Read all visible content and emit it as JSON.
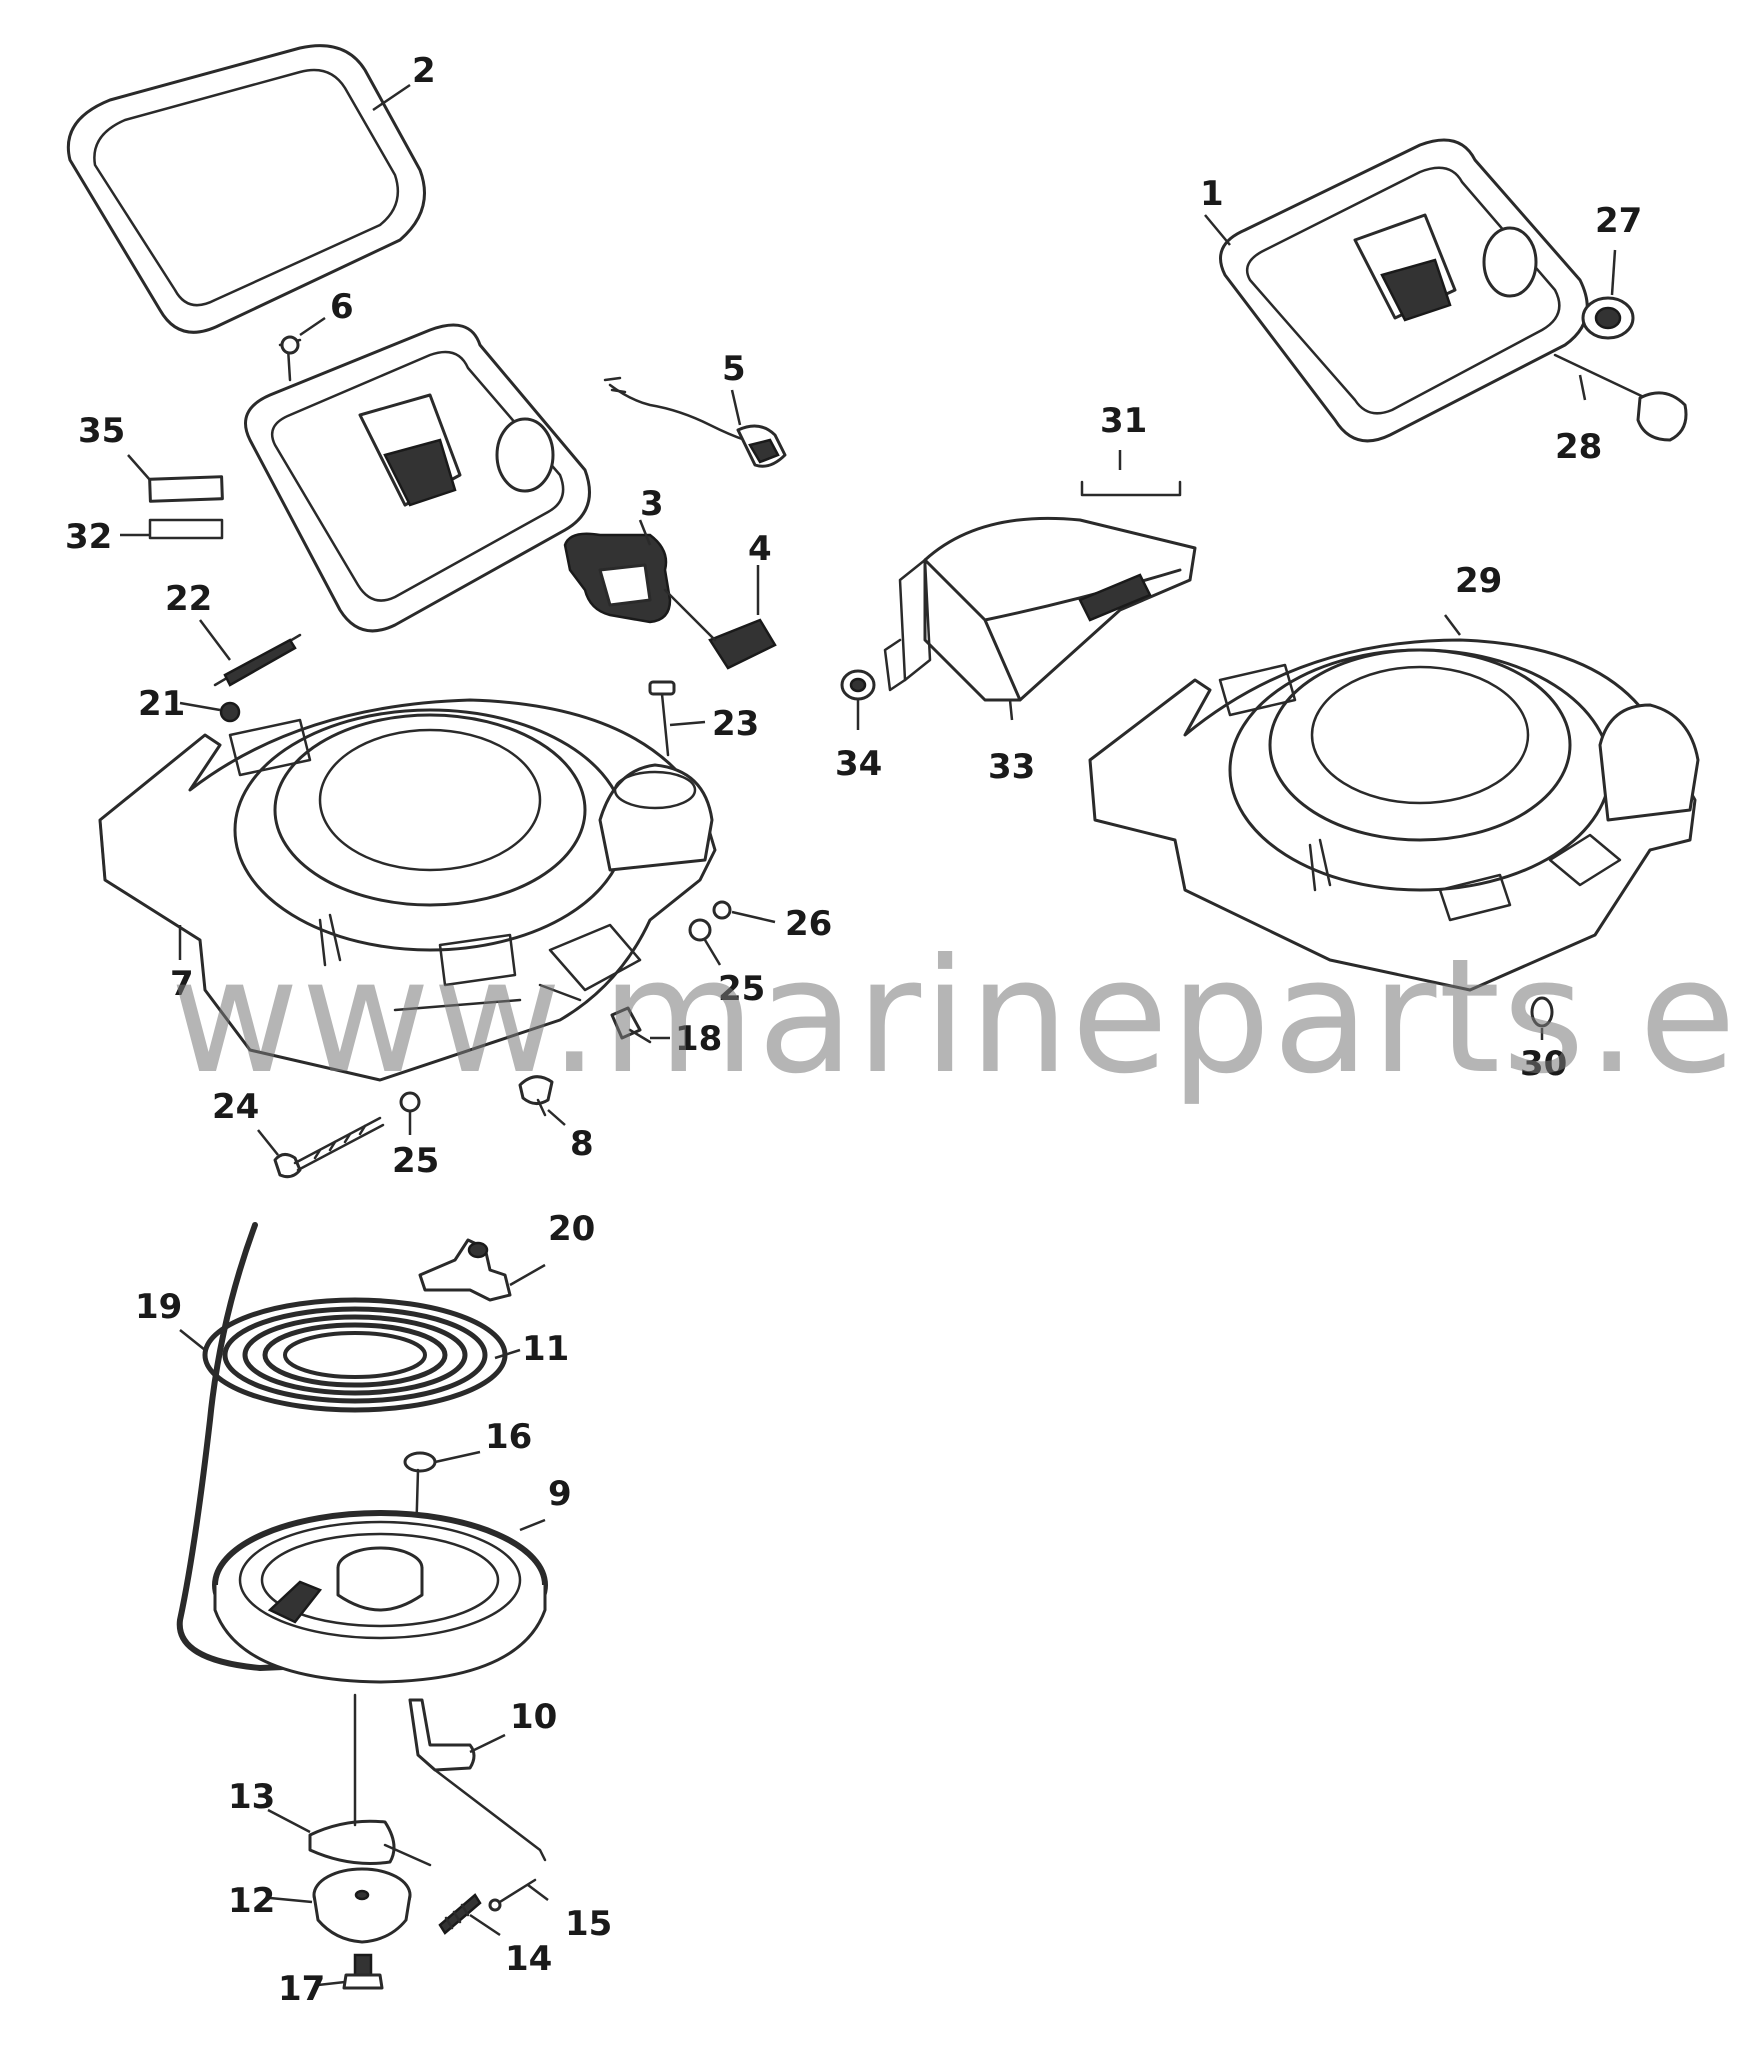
{
  "watermark": "www.marineparts.eu",
  "callouts": [
    "1",
    "2",
    "3",
    "4",
    "5",
    "6",
    "7",
    "8",
    "9",
    "10",
    "11",
    "12",
    "13",
    "14",
    "15",
    "16",
    "17",
    "18",
    "19",
    "20",
    "21",
    "22",
    "23",
    "24",
    "25",
    "25",
    "26",
    "27",
    "28",
    "29",
    "30",
    "31",
    "32",
    "33",
    "34",
    "35"
  ],
  "colors": {
    "line": "#2a2a2a",
    "fill": "#ffffff",
    "watermark": "#8c8c8c"
  }
}
